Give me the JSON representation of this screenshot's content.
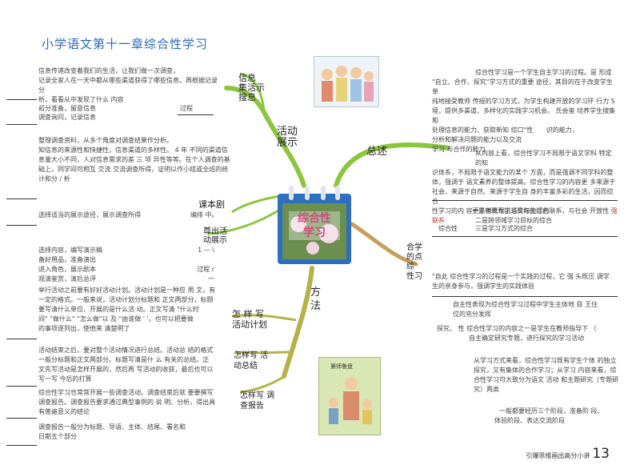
{
  "title": "小学语文第十一章综合性学习",
  "left": {
    "p1": [
      "信息传递改变着我们的生活，让我们做一次调查，",
      "记录全家人在一天中都从哪些渠道获得了哪些信息。再根据记录分",
      "析，看看从中发现了什么 内容"
    ],
    "p2a": "前分准备，留意信息",
    "p2a_right": "过程",
    "p2b": "调查询问，记录信息",
    "p3": [
      "整理调查资料，从多个角度对调查结果作分析。",
      "知信息的来源性和快捷性，信息渠道的多样性。 4 年 不同的渠道信",
      "息量大小不同，人对信息需求的差 三 项 异性等等。在个人调查的基",
      "础上，同学间可相互 交流 交流调查所得，证明以作小组或全班的统",
      "计和分 / 析"
    ],
    "p4": "选择适当的展示途径，展示调查所得",
    "p4_right": "编排 中。",
    "list": [
      "选择内容，编写演示稿",
      "备好用品，准备演出",
      "进入角色，展示剧本",
      "观演鉴赏，演后总评"
    ],
    "list_right": [
      "1 — \\",
      "",
      "过程 r",
      "一"
    ],
    "p5": [
      "举行活动之前要有好好活动计划。活动计划是一种应 用 文，有",
      "一定的格式。一般来说，活动计划分标题和 正文两部分，标题",
      "要写清什么单位、开展的是什么活 动。正文写清 \"什么时",
      "间\" \"做什么\"  \"怎么做\"以 及 \"由谁做 ' '。也可以把要做",
      "的事项逐列出，使他来 清楚明了"
    ],
    "p6": [
      "活动结束之后，要对整个活动情况进行总结。活动总 结的格式",
      "一般分标题和正文两部分。标题写清是什 么 有关的总结。正",
      "文先写活动是怎样开展的，然后再 写活动的收获，最后也可以",
      "写一写 今后的打算"
    ],
    "p7": [
      "综合性学习也常常开展一些调查活动。调查结束后就 要要撰写",
      "调查报告。调查报告要求通过典型事例的 说 明、分析，得出具",
      "有普遍意义的结论"
    ],
    "p8": [
      "调查报告一般分为标题、导语、主体、结尾、署名和",
      "日期五个部分"
    ]
  },
  "branches": {
    "info": "信息\n集活示\n搜息",
    "activity_show": "活动\n展示",
    "overview": "总述",
    "script": "课本剧",
    "show_activity": "尊出活\n动展示",
    "method": "方\n法",
    "meaning": "合学\n的点\n综\n性习",
    "plan": "怎 样 写\n活动计划",
    "summary": "怎样写 活\n动总结",
    "report": "怎样写 调\n查报告"
  },
  "center_label": "综合性\n学习",
  "right": {
    "r1": [
      "综合性学习是一个学生自主学习的过程。是 形成",
      "\"自立、合作、探究\"学习方式的重要 途径，其目的在于改变学生单",
      "纯地接受教师 传授的学习方式，为学生构建开放的学习环 行力 S",
      "境，提供多渠道、多样化的实践学习机会。 氏会鉴 培养学生搜集和",
      "处理信息的能力、获取新知 综口\"性"
    ],
    "r1_tail": "识的能力，",
    "r1_b": [
      "分析和解决问题的能力以及交流",
      "学习 与合作的能力"
    ],
    "r2": [
      "从内容上看，综合性学习不局限于语文学科 特定的知",
      "识体系，不局限于语文能力的某个 方面，而是强调不同学科的整",
      "体，强调于 语文素养的整体提高。综合性学习的内容更 多来源于",
      "社会、来源于自然、来源于学生自 身的丰富多彩的生活，因而综合",
      "性学习的内 容更多地表现出语文与生活的联系，与社会 开放性"
    ],
    "r2_tail": "强联系",
    "r3": "一是表现为学习目标的综合",
    "r4": "二是跨领域学习目标的综合",
    "r5": "三是学习方式的综合",
    "r5_left": "综合性",
    "r6": [
      "\"自此 综合性学习的过程是一个实践的过程，它 强 头既压 调学",
      "生的亲身参与，强调学生的实践体验"
    ],
    "r7": [
      "自主性表现为综合性学习过程中学生主体地 目 王住",
      "位的充分发挥"
    ],
    "r8": [
      "探究、 性 综合性学习的内容之一是学生在教师指导下 〈",
      "自主确定研究专题，进行探究的学习活动"
    ],
    "r9": [
      "从学习方式来看，综合性学习既有学生个体 的独立",
      "探究，又有集体的合作学习；从学习 内容来看，综",
      "合性学习可大致分为语文 活动 和主题研究（专题研",
      "究）两类"
    ],
    "r10": [
      "一般都要经历三个阶段，准备阶 段、",
      "体验阶段、表达交流阶段"
    ]
  },
  "pic2_caption": "第师鲁盘",
  "footer": {
    "text": "引爆思维画出高分小讲",
    "page": "13"
  },
  "colors": {
    "title": "#2a6ab8",
    "branch_green": "#8cc63f",
    "branch_olive": "#b5b24a",
    "branch_brown": "#a07a3a",
    "calendar_blue": "#2f6fc0",
    "label_pink": "#d14b7f"
  }
}
